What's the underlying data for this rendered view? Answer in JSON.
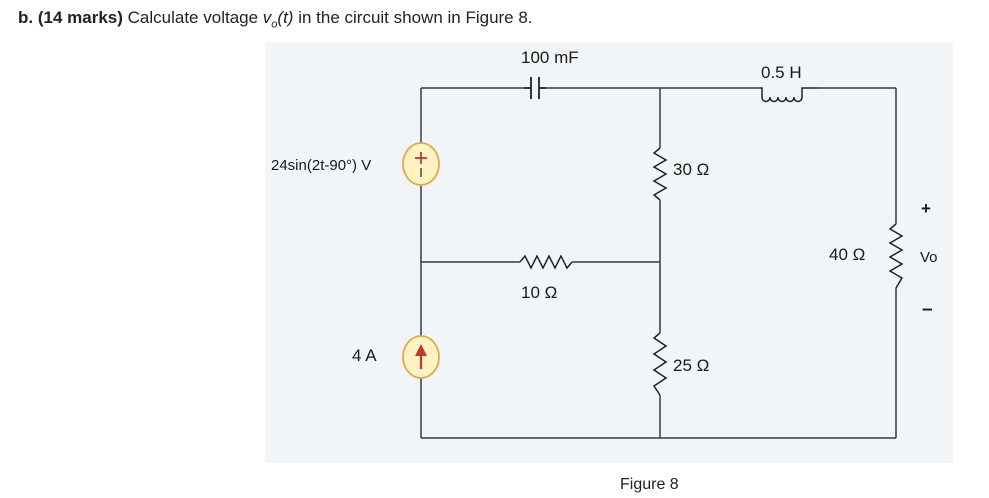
{
  "question": {
    "part": "b.",
    "marks": "(14 marks)",
    "text_before": "Calculate voltage",
    "vo_main": "v",
    "vo_sub": "o",
    "vo_arg": "(t)",
    "text_after": "in the circuit shown in Figure 8."
  },
  "circuit": {
    "voltage_source_label": "24sin(2t-90°) V",
    "current_source_label": "4 A",
    "capacitor_label": "100 mF",
    "inductor_label": "0.5 H",
    "r30_label": "30 Ω",
    "r10_label": "10 Ω",
    "r25_label": "25 Ω",
    "r40_label": "40 Ω",
    "vo_label": "Vo",
    "plus_sign": "+",
    "minus_sign": "–"
  },
  "figure_caption": "Figure 8",
  "colors": {
    "source_fill": "#fff3c4",
    "source_stroke": "#e0a84a",
    "arrow_red": "#c0392b",
    "wire": "#3a3a3a",
    "resistor": "#222222",
    "panel": "#f1f5f8"
  }
}
